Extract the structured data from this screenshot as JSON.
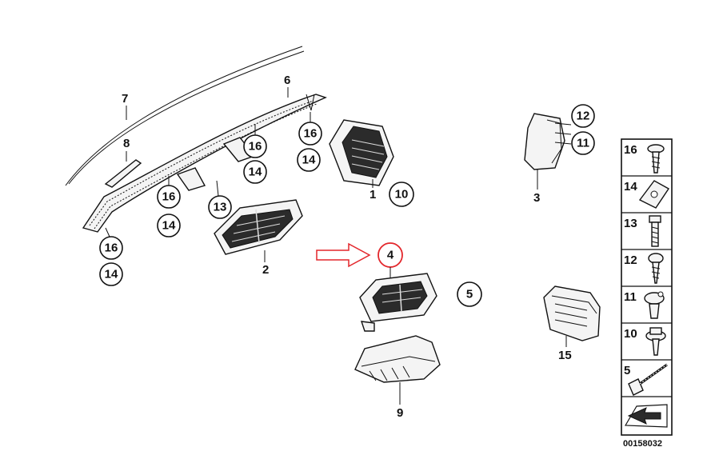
{
  "callouts": {
    "c_16a": "16",
    "c_14a": "14",
    "c_16b": "16",
    "c_14b": "14",
    "c_16c": "16",
    "c_14c": "14",
    "c_16d": "16",
    "c_14d": "14",
    "c_13": "13",
    "c_10": "10",
    "c_12": "12",
    "c_11": "11",
    "c_4": "4",
    "c_5": "5"
  },
  "labels": {
    "l_7": "7",
    "l_8": "8",
    "l_6": "6",
    "l_1": "1",
    "l_2": "2",
    "l_3": "3",
    "l_9": "9",
    "l_15": "15"
  },
  "sidebar": {
    "items": [
      {
        "num": "16",
        "icon": "screw-icon"
      },
      {
        "num": "14",
        "icon": "clip-nut-icon"
      },
      {
        "num": "13",
        "icon": "bolt-icon"
      },
      {
        "num": "12",
        "icon": "self-tapping-screw-icon"
      },
      {
        "num": "11",
        "icon": "expansion-rivet-icon"
      },
      {
        "num": "10",
        "icon": "flange-screw-icon"
      },
      {
        "num": "5",
        "icon": "cable-tie-icon"
      },
      {
        "num": "",
        "icon": "arrow-symbol-icon"
      }
    ]
  },
  "diagram_code": "00158032",
  "colors": {
    "highlight": "#e3262b",
    "line": "#111111"
  }
}
